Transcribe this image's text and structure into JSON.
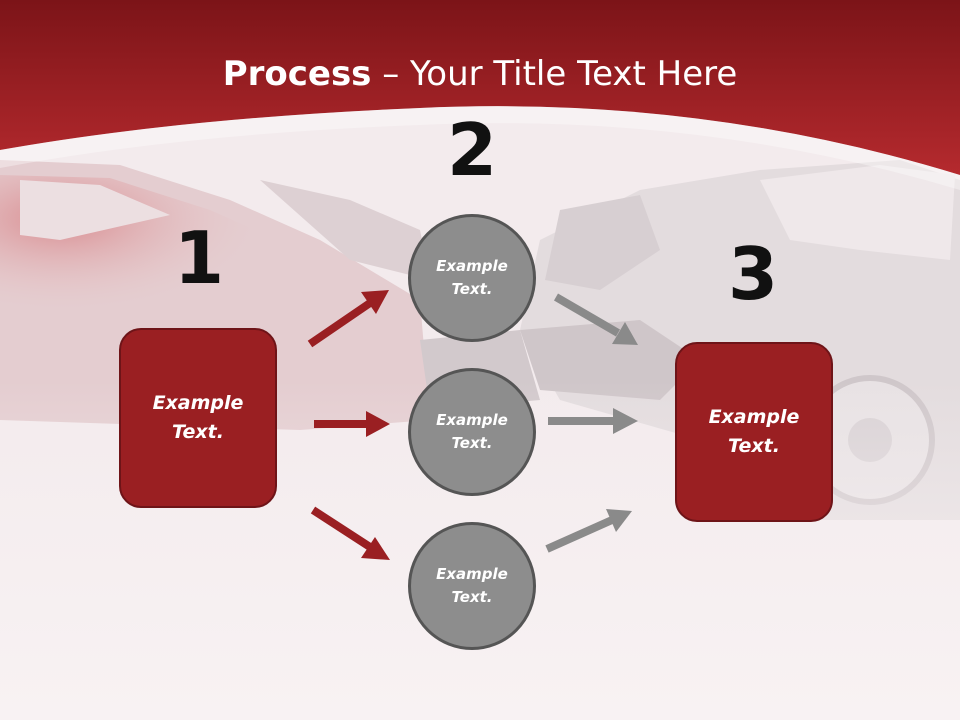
{
  "title": {
    "bold": "Process",
    "rest": " – Your Title Text Here"
  },
  "numbers": [
    "1",
    "2",
    "3"
  ],
  "left_box": {
    "label": "Example\nText."
  },
  "circles": [
    {
      "label": "Example\nText."
    },
    {
      "label": "Example\nText."
    },
    {
      "label": "Example\nText."
    }
  ],
  "right_box": {
    "label": "Example\nText."
  },
  "colors": {
    "accent_red": "#9a1f22",
    "circle_gray": "#8d8d8d",
    "arrow_red": "#9a1f22",
    "arrow_gray": "#8a8a8a"
  }
}
